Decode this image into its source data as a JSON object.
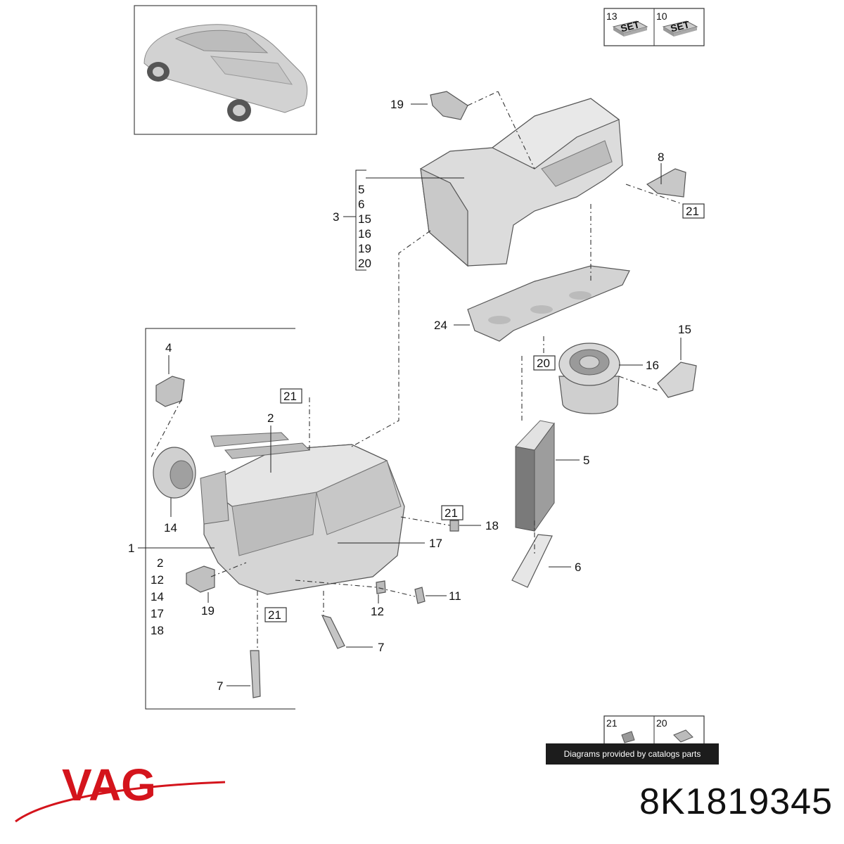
{
  "brand": {
    "name": "VAG",
    "color": "#d4141c"
  },
  "part_number": "8K1819345",
  "credit": "Diagrams provided by catalogs parts",
  "kits": {
    "top": [
      {
        "num": "13",
        "tag": "SET"
      },
      {
        "num": "10",
        "tag": "SET"
      }
    ],
    "bottom": [
      {
        "num": "21"
      },
      {
        "num": "20"
      }
    ]
  },
  "callouts": {
    "c19a": "19",
    "c8": "8",
    "c21a": "21",
    "c3": "3",
    "c24": "24",
    "c15": "15",
    "c20": "20",
    "c16": "16",
    "c4": "4",
    "c21b": "21",
    "c2": "2",
    "c14": "14",
    "c5": "5",
    "c21c": "21",
    "c18": "18",
    "c1": "1",
    "c17": "17",
    "c6": "6",
    "c19b": "19",
    "c11": "11",
    "c12": "12",
    "c21d": "21",
    "c7a": "7",
    "c7b": "7"
  },
  "group3": [
    "5",
    "6",
    "15",
    "16",
    "19",
    "20"
  ],
  "group1": [
    "2",
    "12",
    "14",
    "17",
    "18"
  ]
}
